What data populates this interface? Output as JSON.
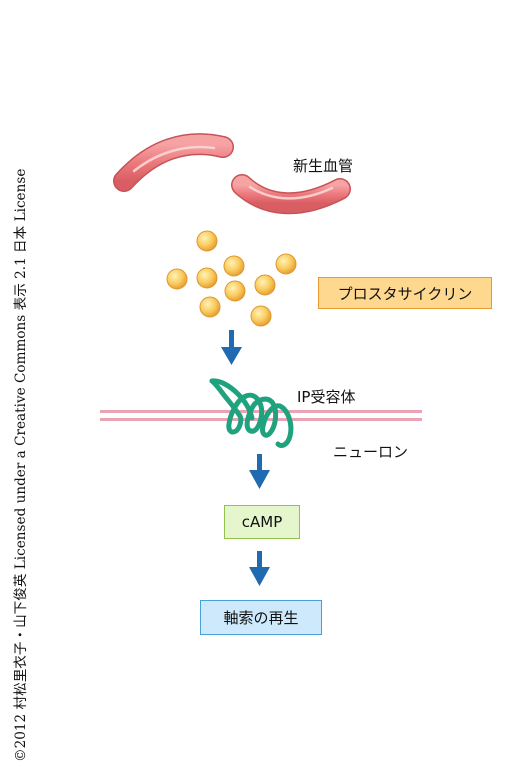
{
  "credit": "©2012 村松里衣子・山下俊英 Licensed under a Creative Commons 表示 2.1 日本 License",
  "labels": {
    "blood_vessel": "新生血管",
    "prostacyclin": "プロスタサイクリン",
    "ip_receptor": "IP受容体",
    "neuron": "ニューロン",
    "camp": "cAMP",
    "axon_regeneration": "軸索の再生"
  },
  "colors": {
    "vessel": "#ec7a7d",
    "particle": "#f3b54a",
    "membrane": "#e9a3b4",
    "receptor": "#1fa37f",
    "arrow": "#1f6ab0",
    "prostacyclin_box": "#ffd890",
    "camp_box": "#e6f6cc",
    "regen_box": "#cde9fb"
  }
}
